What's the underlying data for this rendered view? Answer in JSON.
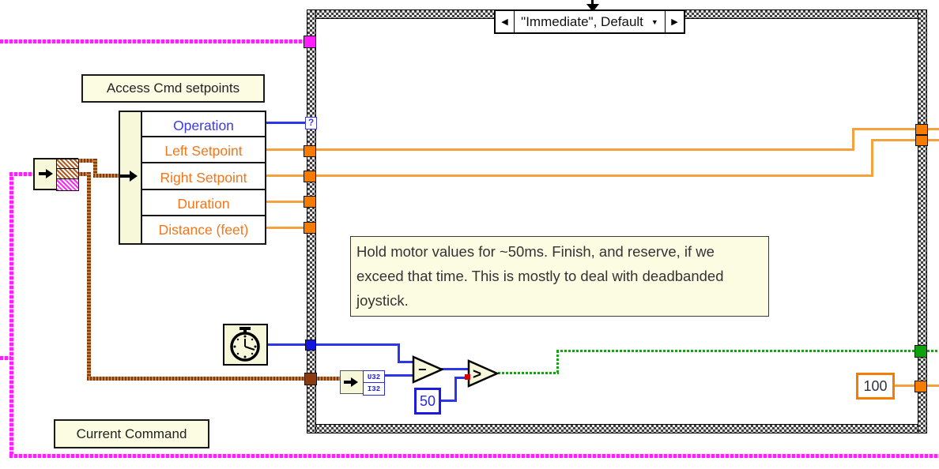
{
  "case_structure": {
    "selector": {
      "label": "\"Immediate\", Default",
      "prev": "◀",
      "next": "▶",
      "dropdown": "▼"
    },
    "selector_terminal": "?"
  },
  "labels": {
    "access_cmd_setpoints": "Access Cmd setpoints",
    "current_command": "Current Command"
  },
  "comment": "Hold motor values for ~50ms. Finish, and reserve, if we exceed that time. This is mostly to deal with deadbanded joystick.",
  "unbundle_by_name": {
    "fields": [
      "Operation",
      "Left Setpoint",
      "Right Setpoint",
      "Duration",
      "Distance (feet)"
    ]
  },
  "timestamp_unbundle": {
    "top": "U32",
    "bottom": "I32"
  },
  "operators": {
    "subtract": "−",
    "greater": ">"
  },
  "constants": {
    "threshold_ms": "50",
    "output": "100"
  },
  "colors": {
    "enum_blue": "#3A3AE8",
    "numeric_orange": "#F5A23C",
    "boolean_green": "#12A512",
    "cluster_pink": "#FF1FFF",
    "cluster_brown": "#A65A1E",
    "node_fill": "#F7F7D9",
    "label_fill": "#FCFCE3"
  }
}
